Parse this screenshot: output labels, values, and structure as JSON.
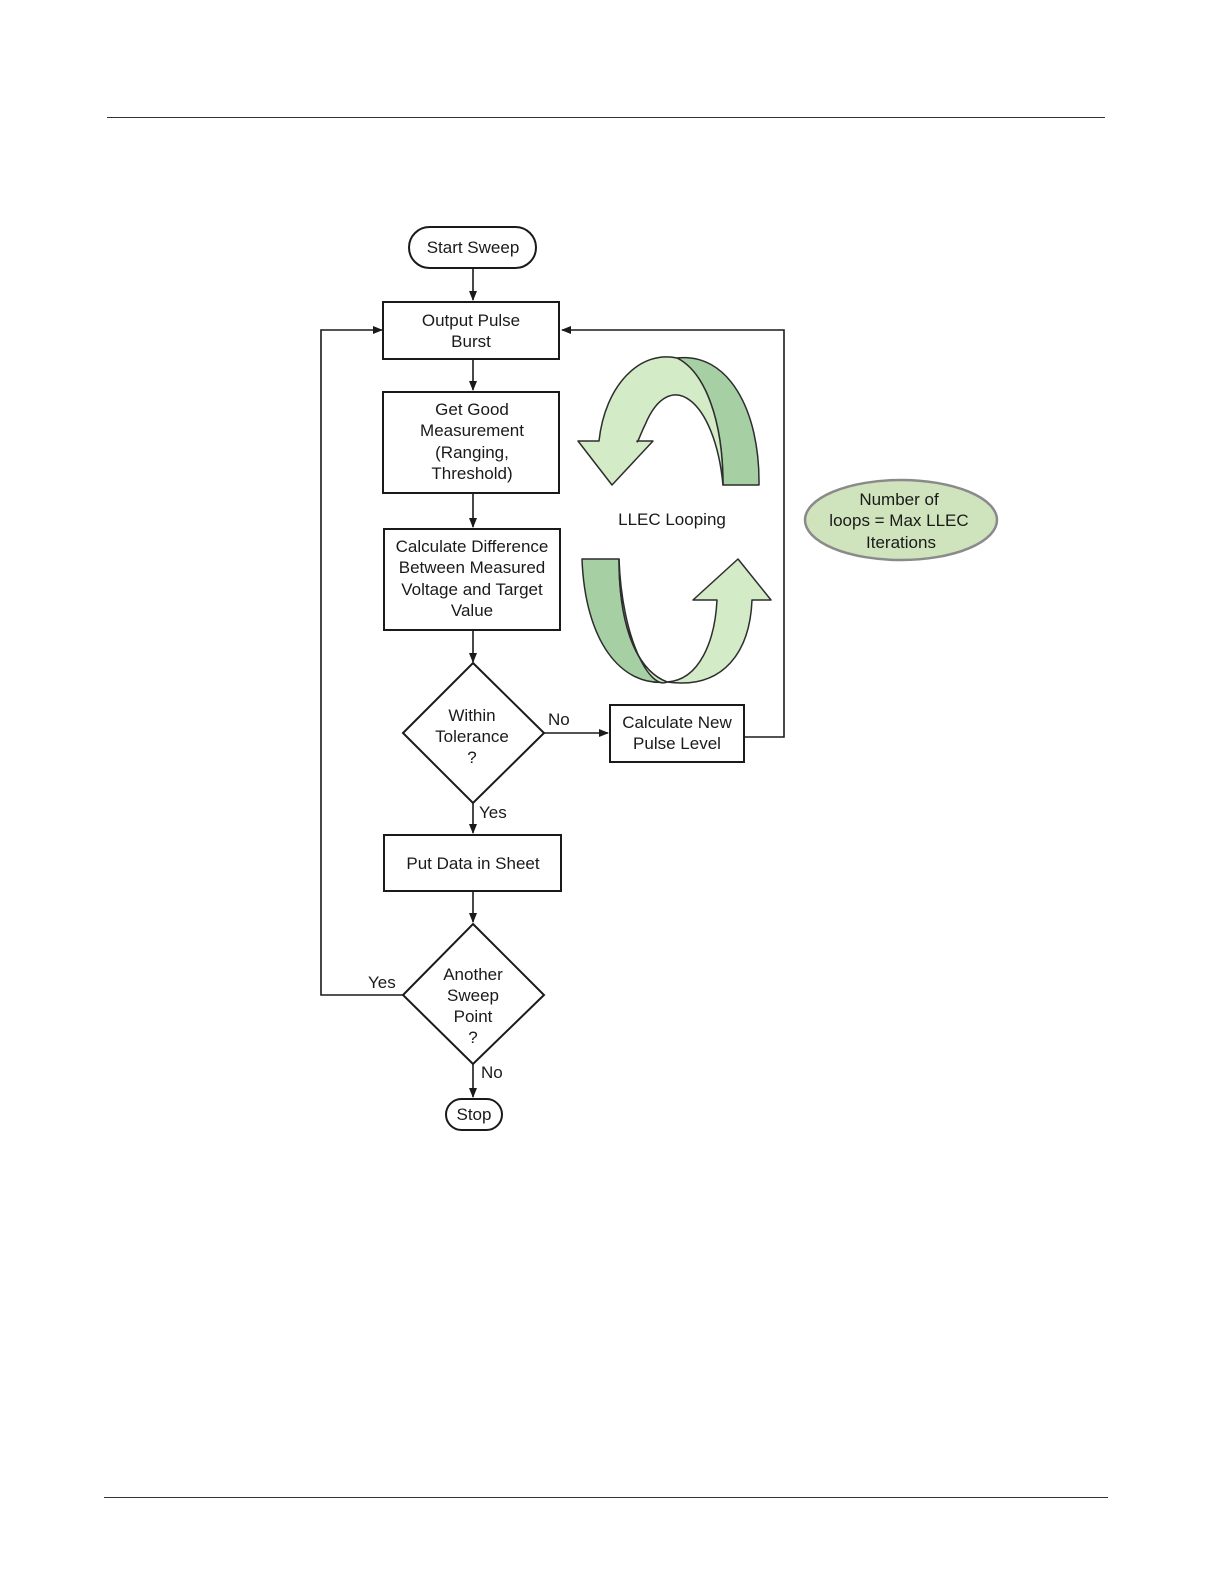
{
  "diagram": {
    "nodes": {
      "start": {
        "label": "Start Sweep"
      },
      "output_pulse": {
        "lines": [
          "Output Pulse",
          "Burst"
        ]
      },
      "get_measurement": {
        "lines": [
          "Get Good",
          "Measurement",
          "(Ranging,",
          "Threshold)"
        ]
      },
      "calc_difference": {
        "lines": [
          "Calculate Difference",
          "Between Measured",
          "Voltage and Target",
          "Value"
        ]
      },
      "within_tolerance": {
        "lines": [
          "Within",
          "Tolerance",
          "?"
        ]
      },
      "calc_new_pulse": {
        "lines": [
          "Calculate New",
          "Pulse Level"
        ]
      },
      "put_data": {
        "label": "Put Data in Sheet"
      },
      "another_point": {
        "lines": [
          "Another",
          "Sweep",
          "Point",
          "?"
        ]
      },
      "stop": {
        "label": "Stop"
      }
    },
    "edge_labels": {
      "tolerance_no": "No",
      "tolerance_yes": "Yes",
      "another_yes": "Yes",
      "another_no": "No"
    },
    "loop_label": "LLEC Looping",
    "note": {
      "lines": [
        "Number of",
        "loops = Max LLEC",
        "Iterations"
      ]
    },
    "colors": {
      "arrow_light": "#d4ebc8",
      "arrow_dark": "#a6d0a4",
      "note_fill": "#cfe4bd"
    }
  }
}
